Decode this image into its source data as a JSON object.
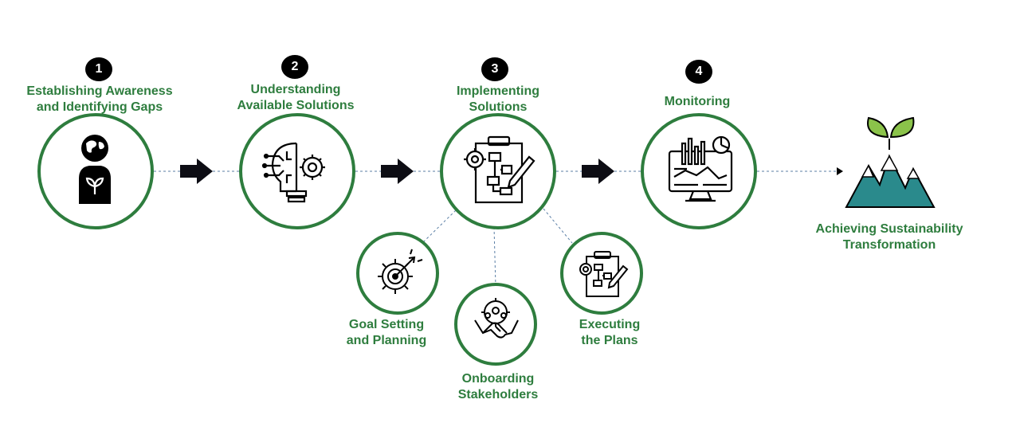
{
  "steps": [
    {
      "number": "1",
      "title_line1": "Establishing Awareness",
      "title_line2": "and Identifying Gaps",
      "icon": "person-globe-leaf-icon"
    },
    {
      "number": "2",
      "title_line1": "Understanding",
      "title_line2": "Available Solutions",
      "icon": "ai-brain-gear-icon"
    },
    {
      "number": "3",
      "title_line1": "Implementing",
      "title_line2": "Solutions",
      "icon": "clipboard-flowchart-icon"
    },
    {
      "number": "4",
      "title_line1": "Monitoring",
      "title_line2": "",
      "icon": "monitor-analytics-icon"
    }
  ],
  "substeps": [
    {
      "title_line1": "Goal Setting",
      "title_line2": "and Planning",
      "icon": "gear-target-icon"
    },
    {
      "title_line1": "Onboarding",
      "title_line2": "Stakeholders",
      "icon": "handshake-team-icon"
    },
    {
      "title_line1": "Executing",
      "title_line2": "the Plans",
      "icon": "clipboard-plan-icon"
    }
  ],
  "goal": {
    "title_line1": "Achieving Sustainability",
    "title_line2": "Transformation",
    "icon": "mountain-sprout-icon"
  },
  "colors": {
    "accent": "#2e7d3e",
    "connector": "#5b7fa6",
    "mountain": "#2a8a8c",
    "leaf": "#8bc34a"
  }
}
